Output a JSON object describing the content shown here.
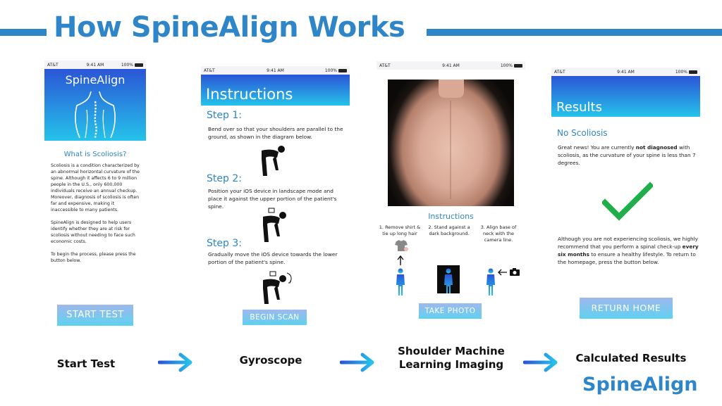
{
  "title": "How SpineAlign Works",
  "brand": "SpineAlign",
  "colors": {
    "accent": "#2e86c8",
    "gradient_top": "#2b55d6",
    "gradient_bottom": "#25c3ea",
    "check": "#1fae4a"
  },
  "status_bar": {
    "carrier": "AT&T",
    "time": "9:41 AM",
    "battery": "100%"
  },
  "screen1": {
    "app_title": "SpineAlign",
    "section_title": "What is Scoliosis?",
    "paragraph1": "Scoliosis is a condition characterized by an abnormal horizontal curvature of the spine. Although it affects 6 to 9 million people in the U.S., only 600,000 individuals receive an annual checkup. Moreover, diagnosis of scoliosis is often far and expensive, making it inaccessible to many patients.",
    "paragraph2": "SpineAlign is designed to help users identify whether they are at risk for scoliosis without needing to face such economic costs.",
    "paragraph3": "To begin the process, please press the button below.",
    "button": "START TEST"
  },
  "screen2": {
    "header": "Instructions",
    "steps": [
      {
        "title": "Step 1:",
        "text": "Bend over so that your shoulders are parallel to the ground, as shown in the diagram below."
      },
      {
        "title": "Step 2:",
        "text": "Position your iOS device in landscape mode and place it against the upper portion of the patient's spine."
      },
      {
        "title": "Step 3:",
        "text": "Gradually move the iOS device towards the lower portion of the patient's spine."
      }
    ],
    "button": "BEGIN SCAN"
  },
  "screen3": {
    "instructions_title": "Instructions",
    "items": [
      "1. Remove shirt & tie up long hair",
      "2. Stand against a dark background.",
      "3. Align base of neck with the camera line."
    ],
    "button": "TAKE PHOTO"
  },
  "screen4": {
    "header": "Results",
    "result_title": "No Scoliosis",
    "result_pre": "Great news! You are currently ",
    "result_bold": "not diagnosed",
    "result_post": " with scoliosis, as the curvature of your spine is less than 7 degrees.",
    "followup_pre": "Although you are not experiencing scoliosis, we highly recommend that you perform a spinal check-up ",
    "followup_bold": "every six months",
    "followup_post": " to ensure a healthy lifestyle. To return to the homepage, press the button below.",
    "button": "RETURN HOME"
  },
  "flow": [
    {
      "label": "Start Test"
    },
    {
      "label": "Gyroscope"
    },
    {
      "label": "Shoulder Machine Learning Imaging"
    },
    {
      "label": "Calculated Results"
    }
  ],
  "icons": [
    "wifi-icon",
    "battery-icon",
    "bluetooth-icon",
    "bent-figure-icon",
    "person-icon",
    "camera-icon",
    "shirt-icon",
    "checkmark-icon",
    "arrow-right-icon"
  ]
}
